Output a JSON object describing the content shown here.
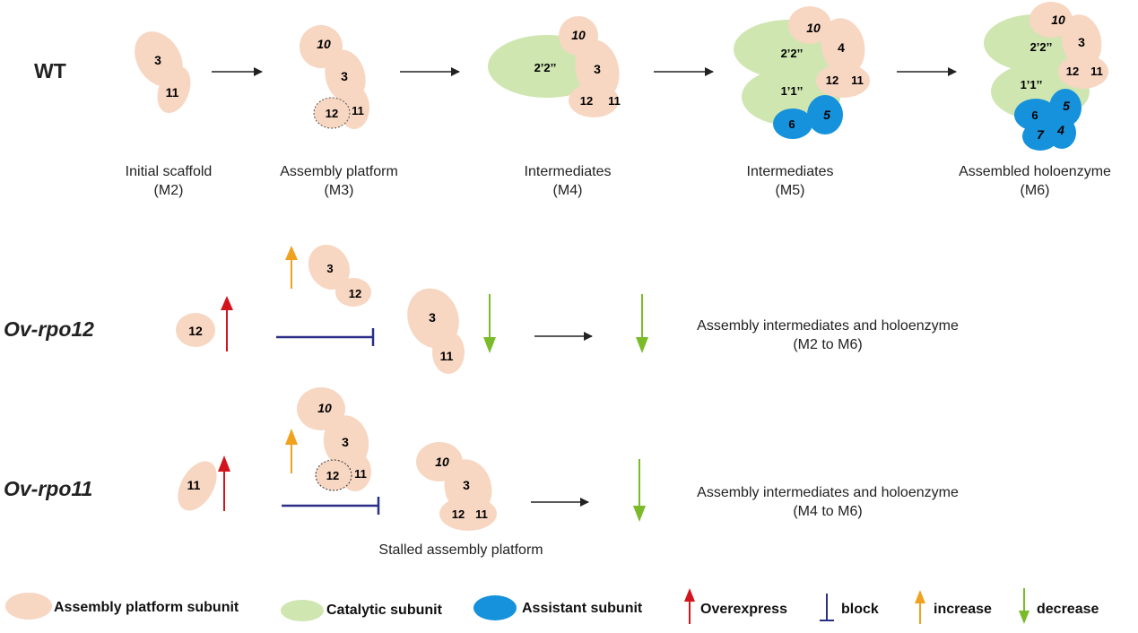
{
  "colors": {
    "platform": "#f7d6c2",
    "catalytic": "#cfe6b1",
    "assistant": "#1692dc",
    "overexpress": "#d4141c",
    "block": "#2b2e86",
    "increase": "#f0a21e",
    "decrease": "#7bbb2a",
    "arrow": "#222222"
  },
  "rows": {
    "wt": "WT",
    "ovrpo12": "Ov-rpo12",
    "ovrpo11": "Ov-rpo11"
  },
  "wt_stages": [
    {
      "name": "Initial scaffold",
      "code": "(M2)"
    },
    {
      "name": "Assembly platform",
      "code": "(M3)"
    },
    {
      "name": "Intermediates",
      "code": "(M4)"
    },
    {
      "name": "Intermediates",
      "code": "(M5)"
    },
    {
      "name": "Assembled holoenzyme",
      "code": "(M6)"
    }
  ],
  "subunits": {
    "s3": "3",
    "s4": "4",
    "s5": "5",
    "s6": "6",
    "s7": "7",
    "s10": "10",
    "s11": "11",
    "s12": "12",
    "s22": "2’2’’",
    "s11c": "1’1’’"
  },
  "ovrpo12_result": {
    "line1": "Assembly intermediates and holoenzyme",
    "line2": "(M2 to M6)"
  },
  "ovrpo11_result": {
    "line1": "Assembly intermediates and holoenzyme",
    "line2": "(M4 to M6)"
  },
  "stalled": "Stalled assembly platform",
  "legend": {
    "platform": "Assembly platform subunit",
    "catalytic": "Catalytic subunit",
    "assistant": "Assistant subunit",
    "overexpress": "Overexpress",
    "block": "block",
    "increase": "increase",
    "decrease": "decrease"
  }
}
